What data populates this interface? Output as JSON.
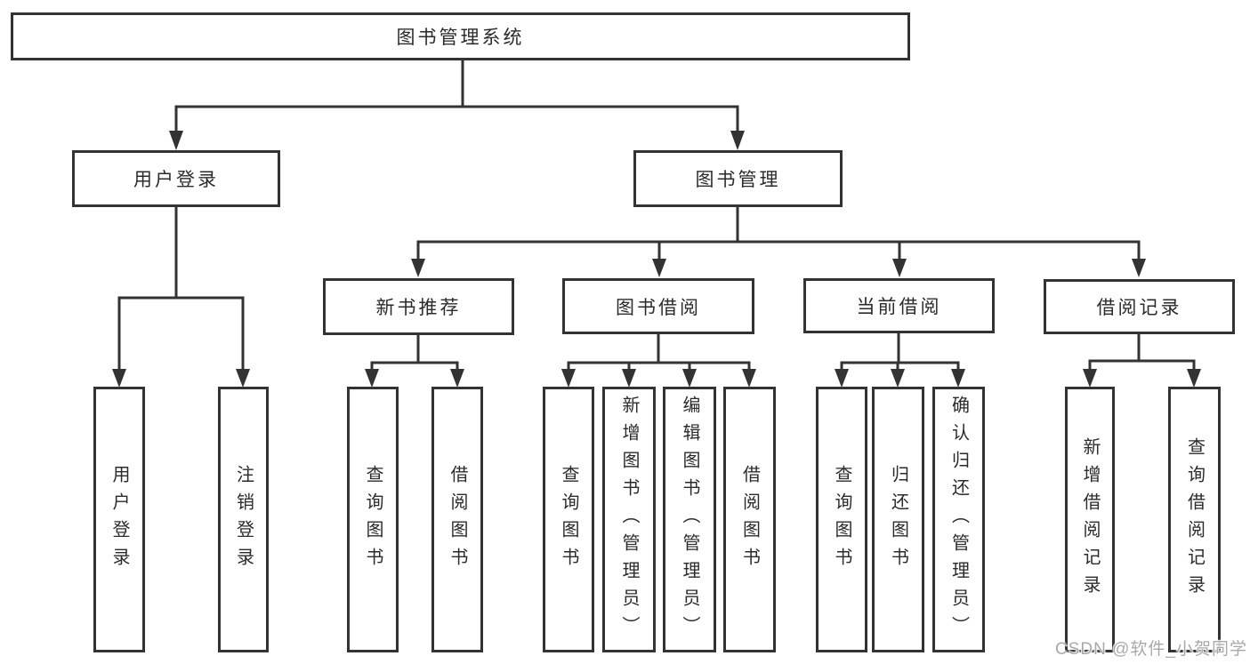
{
  "diagram": {
    "root": "图书管理系统",
    "level2": {
      "user_login": "用户登录",
      "book_mgmt": "图书管理"
    },
    "level3": {
      "new_book": "新书推荐",
      "borrowing": "图书借阅",
      "current": "当前借阅",
      "records": "借阅记录"
    },
    "leaves": {
      "user_login": "用户登录",
      "logout": "注销登录",
      "query_book_a": "查询图书",
      "borrow_book_a": "借阅图书",
      "query_book_b": "查询图书",
      "add_book": "新增图书（管理员）",
      "edit_book": "编辑图书（管理员）",
      "borrow_book_b": "借阅图书",
      "query_book_c": "查询图书",
      "return_book": "归还图书",
      "confirm_return": "确认归还（管理员）",
      "add_record": "新增借阅记录",
      "query_record": "查询借阅记录"
    }
  },
  "watermark": "CSDN @软件_小贺同学",
  "colors": {
    "line": "#333333",
    "text": "#2b2b2b",
    "watermark": "#a9a9a9"
  }
}
